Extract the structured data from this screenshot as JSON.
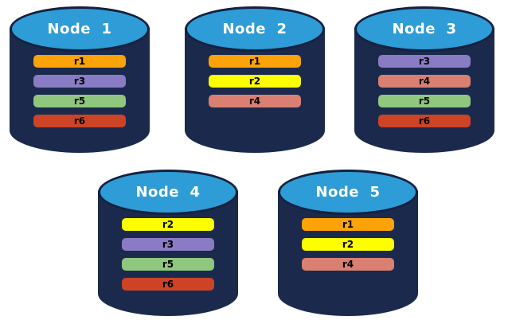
{
  "colors": {
    "cylinder_body": "#1B2A4C",
    "cylinder_top": "#2E9CD6",
    "cylinder_outline": "#14213F",
    "node_title_text": "#FFFFFF",
    "bar_text": "#000000",
    "orange": "#FBA308",
    "yellow": "#FDFF00",
    "purple": "#8A7CC4",
    "salmon": "#D98072",
    "green": "#8FC77E",
    "red": "#CC4425"
  },
  "nodes": [
    {
      "id": "node-1",
      "label": "Node  1",
      "bars": [
        {
          "label": "r1",
          "color": "orange"
        },
        {
          "label": "r3",
          "color": "purple"
        },
        {
          "label": "r5",
          "color": "green"
        },
        {
          "label": "r6",
          "color": "red"
        }
      ]
    },
    {
      "id": "node-2",
      "label": "Node  2",
      "bars": [
        {
          "label": "r1",
          "color": "orange"
        },
        {
          "label": "r2",
          "color": "yellow"
        },
        {
          "label": "r4",
          "color": "salmon"
        }
      ]
    },
    {
      "id": "node-3",
      "label": "Node  3",
      "bars": [
        {
          "label": "r3",
          "color": "purple"
        },
        {
          "label": "r4",
          "color": "salmon"
        },
        {
          "label": "r5",
          "color": "green"
        },
        {
          "label": "r6",
          "color": "red"
        }
      ]
    },
    {
      "id": "node-4",
      "label": "Node  4",
      "bars": [
        {
          "label": "r2",
          "color": "yellow"
        },
        {
          "label": "r3",
          "color": "purple"
        },
        {
          "label": "r5",
          "color": "green"
        },
        {
          "label": "r6",
          "color": "red"
        }
      ]
    },
    {
      "id": "node-5",
      "label": "Node  5",
      "bars": [
        {
          "label": "r1",
          "color": "orange"
        },
        {
          "label": "r2",
          "color": "yellow"
        },
        {
          "label": "r4",
          "color": "salmon"
        }
      ]
    }
  ]
}
